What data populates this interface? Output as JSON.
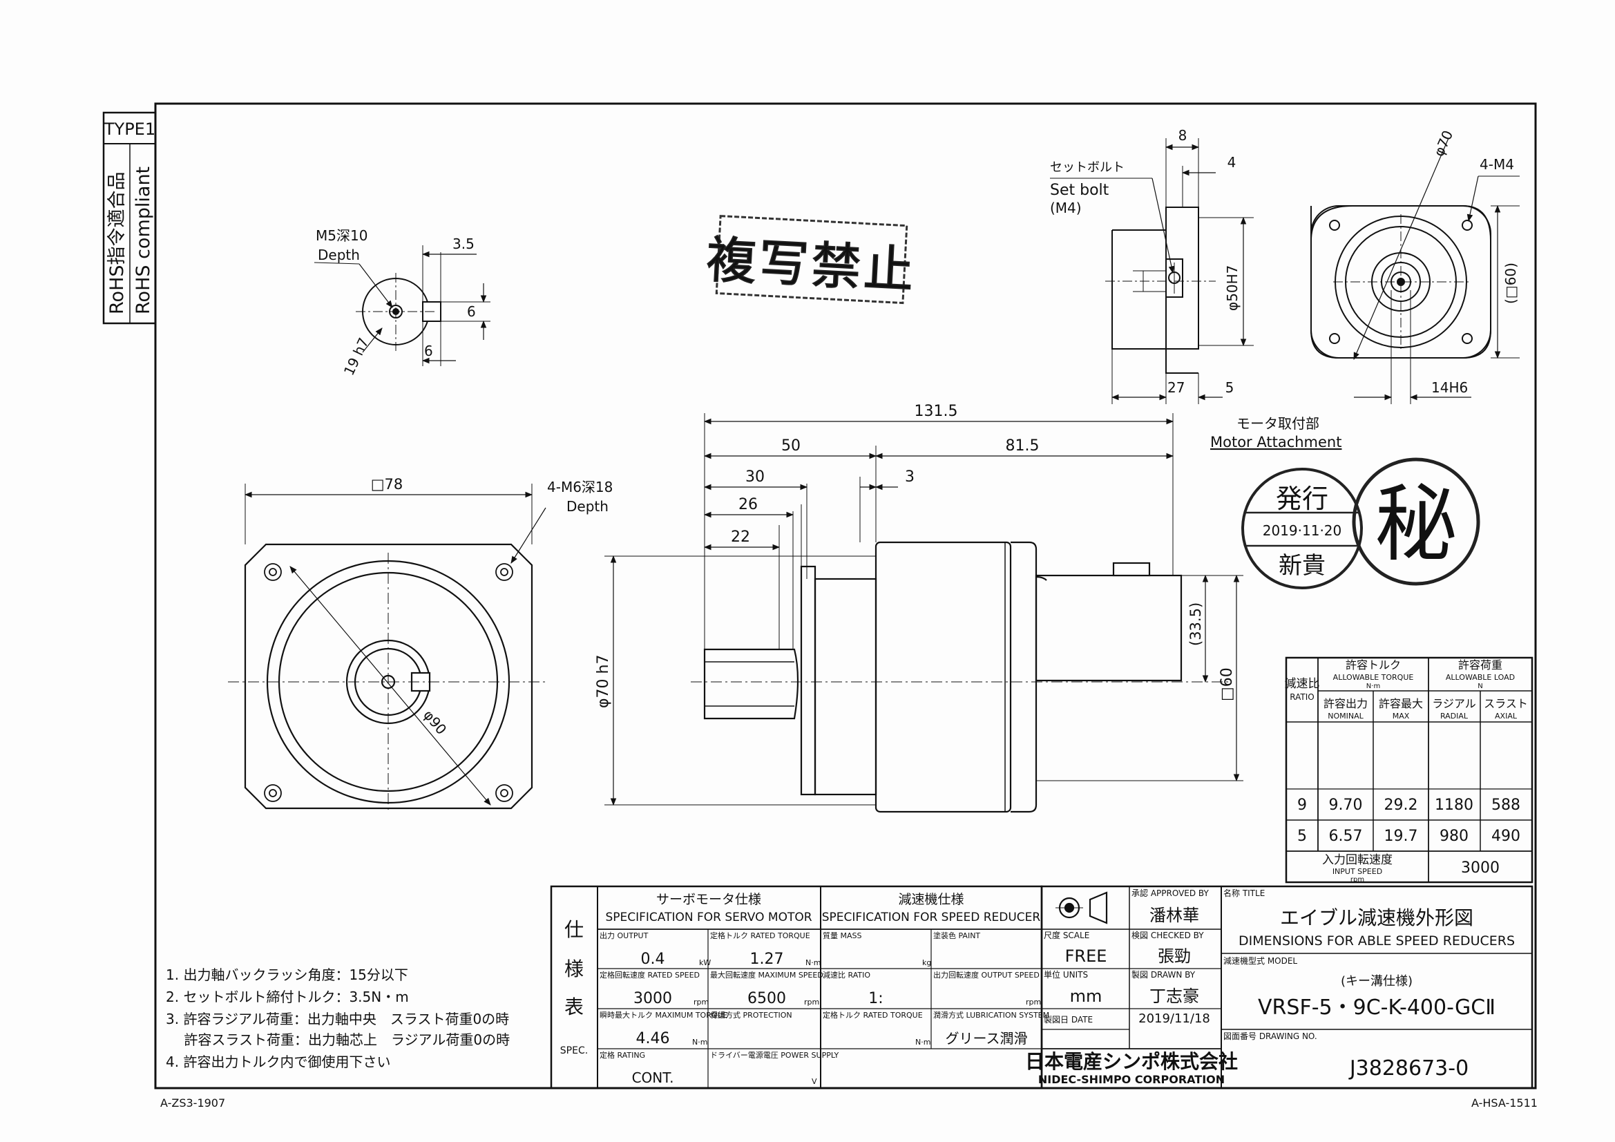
{
  "sheet": {
    "type_label": "TYPE1",
    "rohs_jp": "RoHS指令適合品",
    "rohs_en": "RoHS compliant",
    "form_left": "A-ZS3-1907",
    "form_right": "A-HSA-1511"
  },
  "stamps": {
    "no_copy": "複写禁止",
    "secret": "秘",
    "issued_top": "発行",
    "issued_date": "2019·11·20",
    "issued_bottom": "新貴"
  },
  "dims": {
    "shaft_m5": "M5深10",
    "shaft_depth": "Depth",
    "shaft_3_5": "3.5",
    "shaft_6a": "6",
    "shaft_6b": "6",
    "shaft_19h7": "19 h7",
    "front_sq78": "□78",
    "front_m6": "4-M6深18",
    "front_depth": "Depth",
    "front_phi90": "φ90",
    "side_131_5": "131.5",
    "side_50": "50",
    "side_81_5": "81.5",
    "side_30": "30",
    "side_3": "3",
    "side_26": "26",
    "side_22": "22",
    "side_phi70h7": "φ70 h7",
    "side_33_5": "(33.5)",
    "side_sq60": "□60",
    "set_bolt_jp": "セットボルト",
    "set_bolt_en": "Set bolt",
    "set_bolt_m4": "(M4)",
    "motor_8": "8",
    "motor_4": "4",
    "motor_phi50h7": "φ50H7",
    "motor_27": "27",
    "motor_5": "5",
    "motor_phi70": "φ70",
    "motor_4m4": "4-M4",
    "motor_sq60": "(□60)",
    "motor_14h6": "14H6",
    "motor_attach_jp": "モータ取付部",
    "motor_attach_en": "Motor Attachment"
  },
  "load_table": {
    "ratio_jp": "減速比",
    "ratio_en": "RATIO",
    "torque_jp": "許容トルク",
    "torque_en": "ALLOWABLE TORQUE",
    "torque_unit": "N·m",
    "load_jp": "許容荷重",
    "load_en": "ALLOWABLE LOAD",
    "load_unit": "N",
    "nominal_jp": "許容出力",
    "nominal_en": "NOMINAL",
    "max_jp": "許容最大",
    "max_en": "MAX",
    "radial_jp": "ラジアル",
    "radial_en": "RADIAL",
    "axial_jp": "スラスト",
    "axial_en": "AXIAL",
    "rows": [
      {
        "ratio": "9",
        "nominal": "9.70",
        "max": "29.2",
        "radial": "1180",
        "axial": "588"
      },
      {
        "ratio": "5",
        "nominal": "6.57",
        "max": "19.7",
        "radial": "980",
        "axial": "490"
      }
    ],
    "input_speed_jp": "入力回転速度",
    "input_speed_en": "INPUT SPEED",
    "input_speed_unit": "rpm",
    "input_speed_value": "3000"
  },
  "notes": [
    "1. 出力軸バックラッシ角度：15分以下",
    "2. セットボルト締付トルク：3.5N・m",
    "3. 許容ラジアル荷重：出力軸中央　スラスト荷重0の時",
    "　  許容スラスト荷重：出力軸芯上　ラジアル荷重0の時",
    "4. 許容出力トルク内で御使用下さい"
  ],
  "spec": {
    "side_1": "仕",
    "side_2": "様",
    "side_3": "表",
    "side_en": "SPEC.",
    "servo_title_jp": "サーボモータ仕様",
    "servo_title_en": "SPECIFICATION FOR SERVO MOTOR",
    "reducer_title_jp": "減速機仕様",
    "reducer_title_en": "SPECIFICATION FOR SPEED REDUCER",
    "output_label": "出力 OUTPUT",
    "output_value": "0.4",
    "output_unit": "kW",
    "rated_torque_label": "定格トルク RATED TORQUE",
    "rated_torque_value": "1.27",
    "rated_torque_unit": "N·m",
    "rated_speed_label": "定格回転速度 RATED SPEED",
    "rated_speed_value": "3000",
    "rated_speed_unit": "rpm",
    "max_speed_label": "最大回転速度 MAXIMUM SPEED",
    "max_speed_value": "6500",
    "max_speed_unit": "rpm",
    "max_torque_label": "瞬時最大トルク MAXIMUM TORQUE",
    "max_torque_value": "4.46",
    "max_torque_unit": "N·m",
    "protection_label": "保護方式 PROTECTION",
    "rating_label": "定格 RATING",
    "rating_value": "CONT.",
    "power_supply_label": "ドライバー電源電圧 POWER SUPPLY",
    "power_supply_unit": "V",
    "mass_label": "質量 MASS",
    "mass_unit": "kg",
    "paint_label": "塗装色 PAINT",
    "ratio_label": "減速比 RATIO",
    "ratio_value": "1:",
    "output_speed_label": "出力回転速度 OUTPUT SPEED",
    "output_speed_unit": "rpm",
    "reducer_torque_label": "定格トルク RATED TORQUE",
    "reducer_torque_unit": "N·m",
    "lubrication_label": "潤滑方式 LUBRICATION SYSTEM",
    "lubrication_value": "グリース潤滑"
  },
  "title_block": {
    "scale_label": "尺度 SCALE",
    "scale_value": "FREE",
    "units_label": "単位 UNITS",
    "units_value": "mm",
    "date_label": "製図日 DATE",
    "date_value": "2019/11/18",
    "approved_label": "承認 APPROVED BY",
    "approved_value": "潘林華",
    "checked_label": "検図 CHECKED BY",
    "checked_value": "張勁",
    "drawn_label": "製図 DRAWN BY",
    "drawn_value": "丁志豪",
    "company_jp": "日本電産シンポ株式会社",
    "company_en": "NIDEC-SHIMPO CORPORATION",
    "title_label": "名称 TITLE",
    "title_jp": "エイブル減速機外形図",
    "title_en": "DIMENSIONS FOR ABLE SPEED REDUCERS",
    "model_label": "減速機型式 MODEL",
    "model_note": "(キー溝仕様)",
    "model_value": "VRSF-5・9C-K-400-GCⅡ",
    "drawing_no_label": "図面番号 DRAWING NO.",
    "drawing_no_value": "J3828673-0"
  }
}
